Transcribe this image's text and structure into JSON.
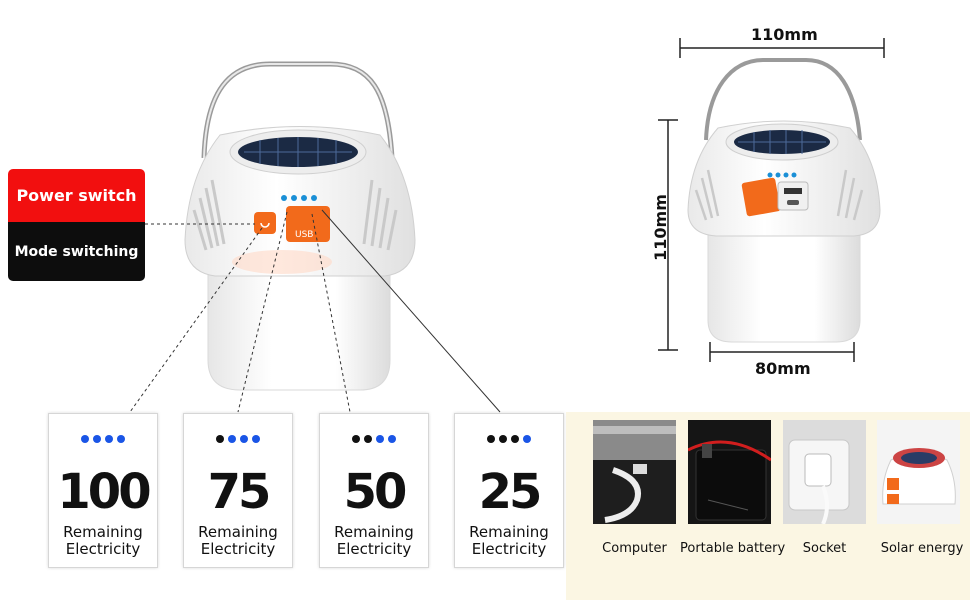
{
  "labels": {
    "power_switch": "Power switch",
    "mode_switching": "Mode switching"
  },
  "lamp_port_label": "USB",
  "colors": {
    "accent_red": "#f20f0f",
    "switch_orange": "#f26a1b",
    "dot_blue": "#1a55e6",
    "dot_black": "#111111",
    "panel_bg": "#fbf6e3"
  },
  "battery_levels": [
    {
      "percent": "100",
      "caption_line1": "Remaining",
      "caption_line2": "Electricity",
      "dots": [
        "blue",
        "blue",
        "blue",
        "blue"
      ]
    },
    {
      "percent": "75",
      "caption_line1": "Remaining",
      "caption_line2": "Electricity",
      "dots": [
        "black",
        "blue",
        "blue",
        "blue"
      ]
    },
    {
      "percent": "50",
      "caption_line1": "Remaining",
      "caption_line2": "Electricity",
      "dots": [
        "black",
        "black",
        "blue",
        "blue"
      ]
    },
    {
      "percent": "25",
      "caption_line1": "Remaining",
      "caption_line2": "Electricity",
      "dots": [
        "black",
        "black",
        "black",
        "blue"
      ]
    }
  ],
  "dimensions": {
    "width": "110mm",
    "height": "110mm",
    "base": "80mm"
  },
  "charging_sources": [
    {
      "label": "Computer",
      "icon": "laptop-usb-icon"
    },
    {
      "label": "Portable battery",
      "icon": "power-bank-icon"
    },
    {
      "label": "Socket",
      "icon": "wall-socket-icon"
    },
    {
      "label": "Solar energy",
      "icon": "solar-panel-icon"
    }
  ]
}
